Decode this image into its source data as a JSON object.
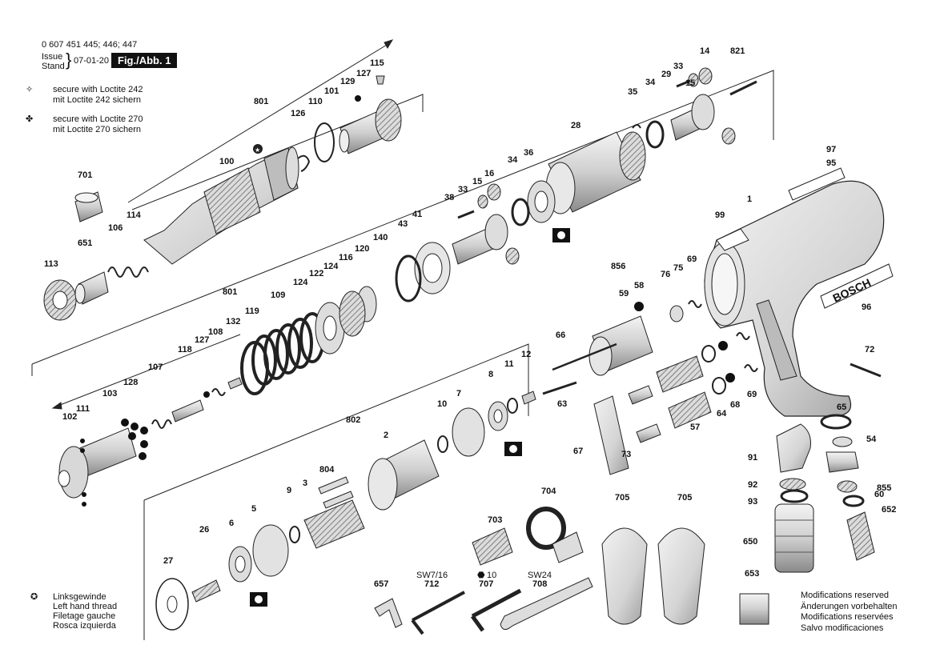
{
  "header": {
    "part_numbers": "0 607 451 445; 446; 447",
    "issue_label": "Issue",
    "stand_label": "Stand",
    "date": "07-01-20",
    "figure": "Fig./Abb. 1"
  },
  "legend": {
    "loctite242_en": "secure with Loctite 242",
    "loctite242_de": "mit Loctite 242 sichern",
    "loctite270_en": "secure with Loctite 270",
    "loctite270_de": "mit Loctite 270 sichern",
    "left_thread": [
      "Linksgewinde",
      "Left hand thread",
      "Filetage gauche",
      "Rosca izquierda"
    ],
    "modifications": [
      "Modifications reserved",
      "Änderungen vorbehalten",
      "Modifications reservées",
      "Salvo modificaciones"
    ]
  },
  "brand": "BOSCH",
  "tool_sizes": {
    "sw7": "SW7/16",
    "sq10": "10",
    "sw24": "SW24"
  },
  "part_labels": [
    "115",
    "127",
    "129",
    "101",
    "110",
    "126",
    "801",
    "100",
    "114",
    "106",
    "651",
    "113",
    "701",
    "14",
    "33",
    "821",
    "29",
    "15",
    "34",
    "35",
    "28",
    "36",
    "34",
    "16",
    "15",
    "33",
    "38",
    "43",
    "41",
    "140",
    "120",
    "116",
    "124",
    "122",
    "124",
    "109",
    "801",
    "132",
    "119",
    "108",
    "127",
    "118",
    "107",
    "128",
    "103",
    "111",
    "102",
    "97",
    "95",
    "99",
    "1",
    "96",
    "856",
    "58",
    "59",
    "76",
    "75",
    "69",
    "66",
    "72",
    "63",
    "69",
    "68",
    "64",
    "57",
    "12",
    "11",
    "8",
    "7",
    "10",
    "802",
    "2",
    "804",
    "3",
    "9",
    "5",
    "6",
    "26",
    "27",
    "67",
    "73",
    "65",
    "54",
    "91",
    "92",
    "60",
    "93",
    "855",
    "652",
    "650",
    "653",
    "704",
    "703",
    "705",
    "705",
    "657",
    "712",
    "707",
    "708"
  ]
}
